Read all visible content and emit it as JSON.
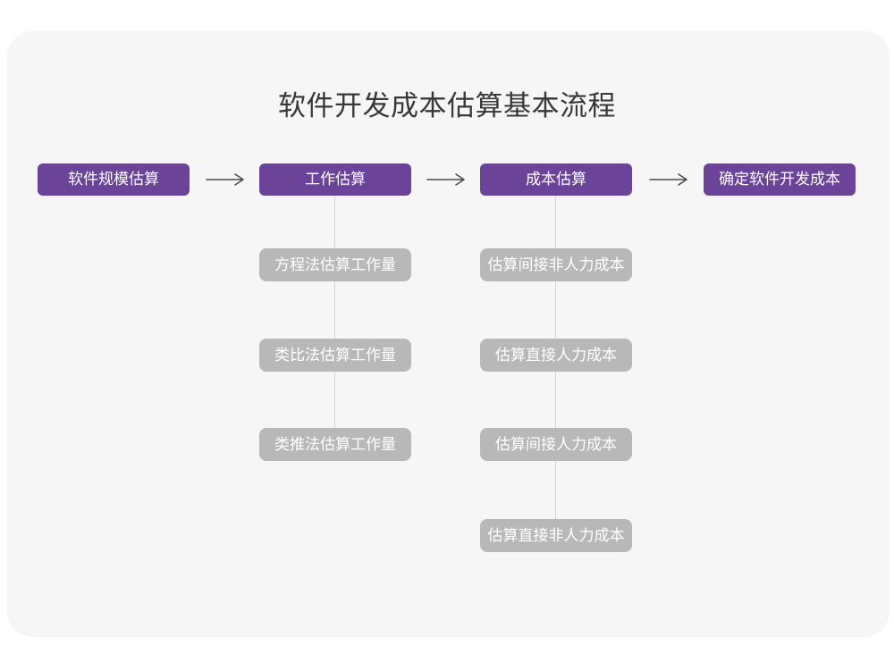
{
  "title": "软件开发成本估算基本流程",
  "colors": {
    "accent": "#6B4399",
    "substep_bg": "#B8B8B8",
    "card_bg": "#F6F6F7",
    "connector": "#D3D3D3",
    "arrow": "#4A4A4A",
    "title_color": "#383838"
  },
  "flow": {
    "steps": [
      {
        "label": "软件规模估算",
        "substeps": []
      },
      {
        "label": "工作估算",
        "substeps": [
          "方程法估算工作量",
          "类比法估算工作量",
          "类推法估算工作量"
        ]
      },
      {
        "label": "成本估算",
        "substeps": [
          "估算间接非人力成本",
          "估算直接人力成本",
          "估算间接人力成本",
          "估算直接非人力成本"
        ]
      },
      {
        "label": "确定软件开发成本",
        "substeps": []
      }
    ]
  }
}
